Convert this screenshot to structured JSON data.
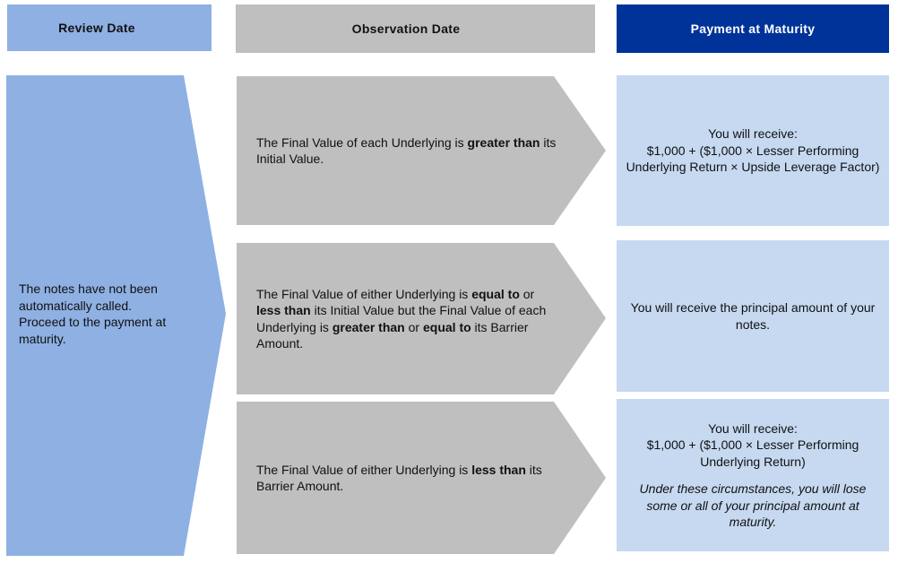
{
  "headers": {
    "review_date": "Review Date",
    "observation_date": "Observation Date",
    "payment_at_maturity": "Payment at Maturity"
  },
  "colors": {
    "review_blue": "#8EB0E3",
    "observation_gray": "#BFBFBF",
    "payment_navy": "#003399",
    "payment_light": "#C6D9F1"
  },
  "review": {
    "text": "The notes have not been automatically called. Proceed to the payment at maturity."
  },
  "scenarios": [
    {
      "condition": {
        "p1": "The Final Value of each Underlying is ",
        "b1": "greater than",
        "p2": " its Initial Value.",
        "b2": "",
        "p3": "",
        "b3": "",
        "p4": ""
      },
      "payment": {
        "line1": "You will receive:",
        "line2": "$1,000 + ($1,000 × Lesser Performing Underlying Return × Upside Leverage Factor)",
        "note": ""
      }
    },
    {
      "condition": {
        "p1": "The Final Value of either Underlying is ",
        "b1": "equal to",
        "p2": " or ",
        "b2": "less than",
        "p3": " its Initial Value but the Final Value of each Underlying is ",
        "b3": "greater than",
        "p4": " or ",
        "b4": "equal to",
        "p5": " its Barrier Amount."
      },
      "payment": {
        "line1": "You will receive the principal amount of your notes.",
        "line2": "",
        "note": ""
      }
    },
    {
      "condition": {
        "p1": "The Final Value of either Underlying is ",
        "b1": "less than",
        "p2": " its Barrier Amount.",
        "b2": "",
        "p3": "",
        "b3": "",
        "p4": ""
      },
      "payment": {
        "line1": "You will receive:",
        "line2": "$1,000 + ($1,000 × Lesser Performing Underlying Return)",
        "note": "Under these circumstances, you will lose some or all of your principal amount at maturity."
      }
    }
  ]
}
